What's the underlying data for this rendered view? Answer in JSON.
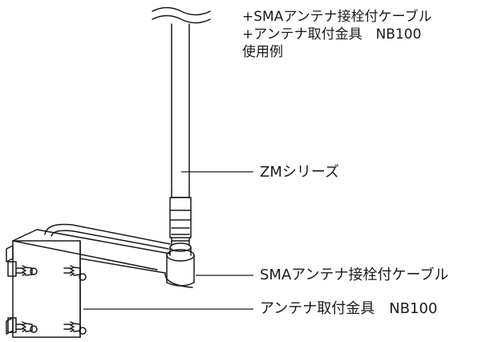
{
  "caption": {
    "line1": "+SMAアンテナ接栓付ケーブル",
    "line2": "+アンテナ取付金具　NB100",
    "line3": "使用例"
  },
  "labels": {
    "antenna_series": "ZMシリーズ",
    "sma_cable": "SMAアンテナ接栓付ケーブル",
    "mount_bracket": "アンテナ取付金具　NB100"
  },
  "colors": {
    "line": "#1a1a1a",
    "background": "#ffffff"
  }
}
